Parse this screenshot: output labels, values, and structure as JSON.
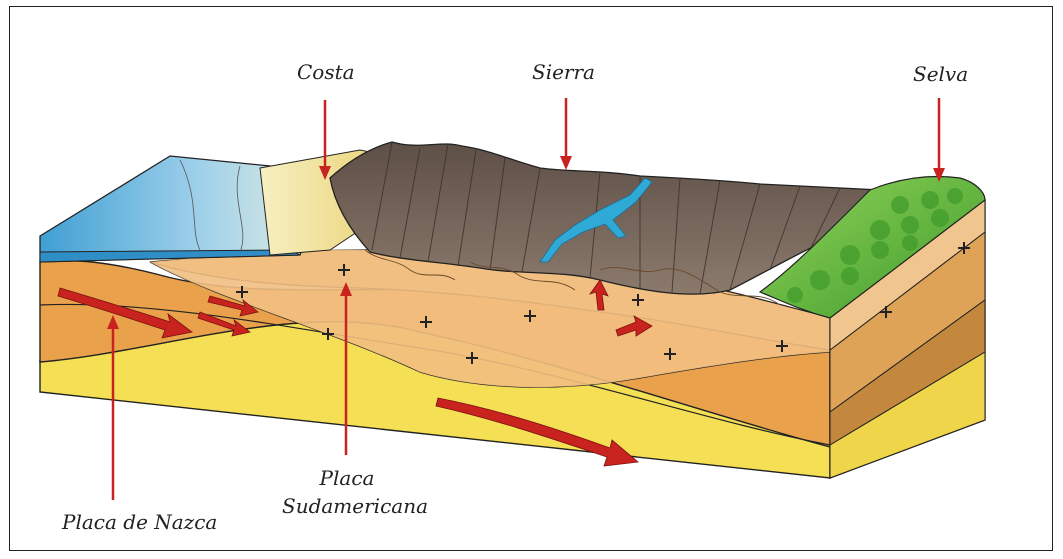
{
  "labels": {
    "costa": "Costa",
    "sierra": "Sierra",
    "selva": "Selva",
    "placa_sudamericana_line1": "Placa",
    "placa_sudamericana_line2": "Sudamericana",
    "placa_nazca": "Placa de Nazca"
  },
  "colors": {
    "ocean": "#4aa8d8",
    "sand": "#f2d98a",
    "crust": "#f0b878",
    "mantle": "#e9a24a",
    "lower_layer": "#f6e25e",
    "mountains": "#6e5d52",
    "forest": "#6fbf3a",
    "river": "#2fa9d6",
    "arrow": "#c8231e"
  }
}
